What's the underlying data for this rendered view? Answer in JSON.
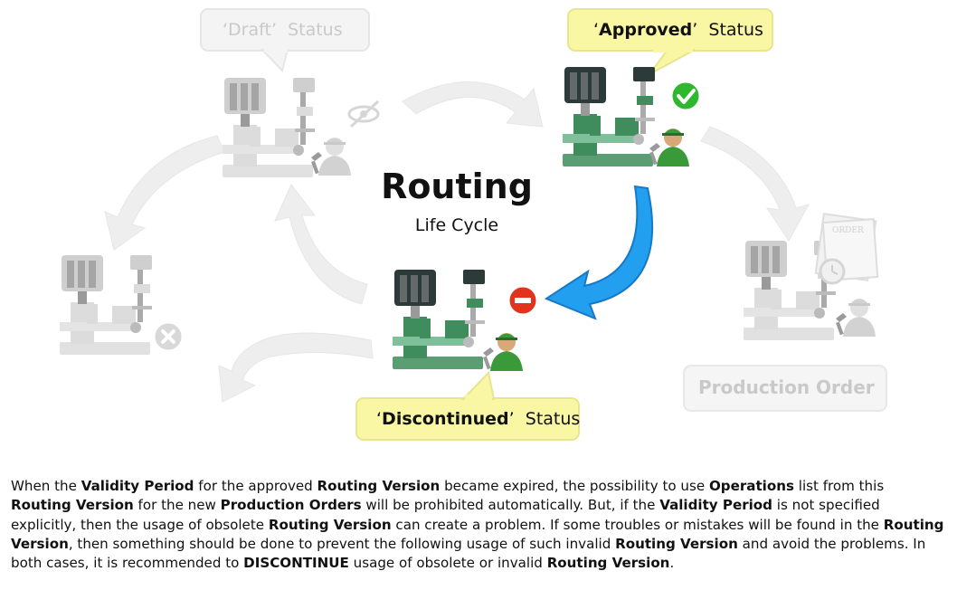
{
  "diagram": {
    "title": "Routing",
    "subtitle": "Life Cycle",
    "statuses": {
      "draft": {
        "quote_open": "‘",
        "word": "Draft",
        "quote_close": "’",
        "suffix": "Status"
      },
      "approved": {
        "quote_open": "‘",
        "word": "Approved",
        "quote_close": "’",
        "suffix": "Status"
      },
      "discontinued": {
        "quote_open": "‘",
        "word": "Discontinued",
        "quote_close": "’",
        "suffix": "Status"
      }
    },
    "production_order_label": "Production Order",
    "order_sheet_text": "ORDER",
    "colors": {
      "callout_fill": "#f9f6a4",
      "ghost": "#e4e4e4",
      "machine_green": "#3f8d5c",
      "machine_dark": "#2d3a3a",
      "active_arrow": "#1e90e8",
      "check": "#2eb82e",
      "minus": "#e2341c"
    },
    "icons": [
      "machine-icon",
      "check-badge-icon",
      "minus-badge-icon",
      "cross-badge-icon",
      "no-eye-icon",
      "clock-icon",
      "order-sheet-icon",
      "worker-icon"
    ]
  },
  "description": {
    "p1": "When the ",
    "b1": "Validity Period",
    "p2": " for the approved ",
    "b2": "Routing Version",
    "p3": " became expired, the possibility to use ",
    "b3": "Operations",
    "p4": " list from this ",
    "b4": "Routing Version",
    "p5": " for the new ",
    "b5": "Production Orders",
    "p6": " will be prohibited automatically.  But, if the ",
    "b6": "Validity Period",
    "p7": " is not specified explicitly, then the usage of obsolete ",
    "b7": "Routing Version",
    "p8": " can create a problem.  If some troubles or mistakes will be found in the ",
    "b8": "Routing Version",
    "p9": ", then something should be done to prevent the following usage of such invalid ",
    "b9": "Routing Version",
    "p10": " and avoid the problems.  In both cases, it is recommended to ",
    "b10": "DISCONTINUE",
    "p11": " usage of obsolete or invalid ",
    "b11": "Routing Version",
    "p12": "."
  }
}
